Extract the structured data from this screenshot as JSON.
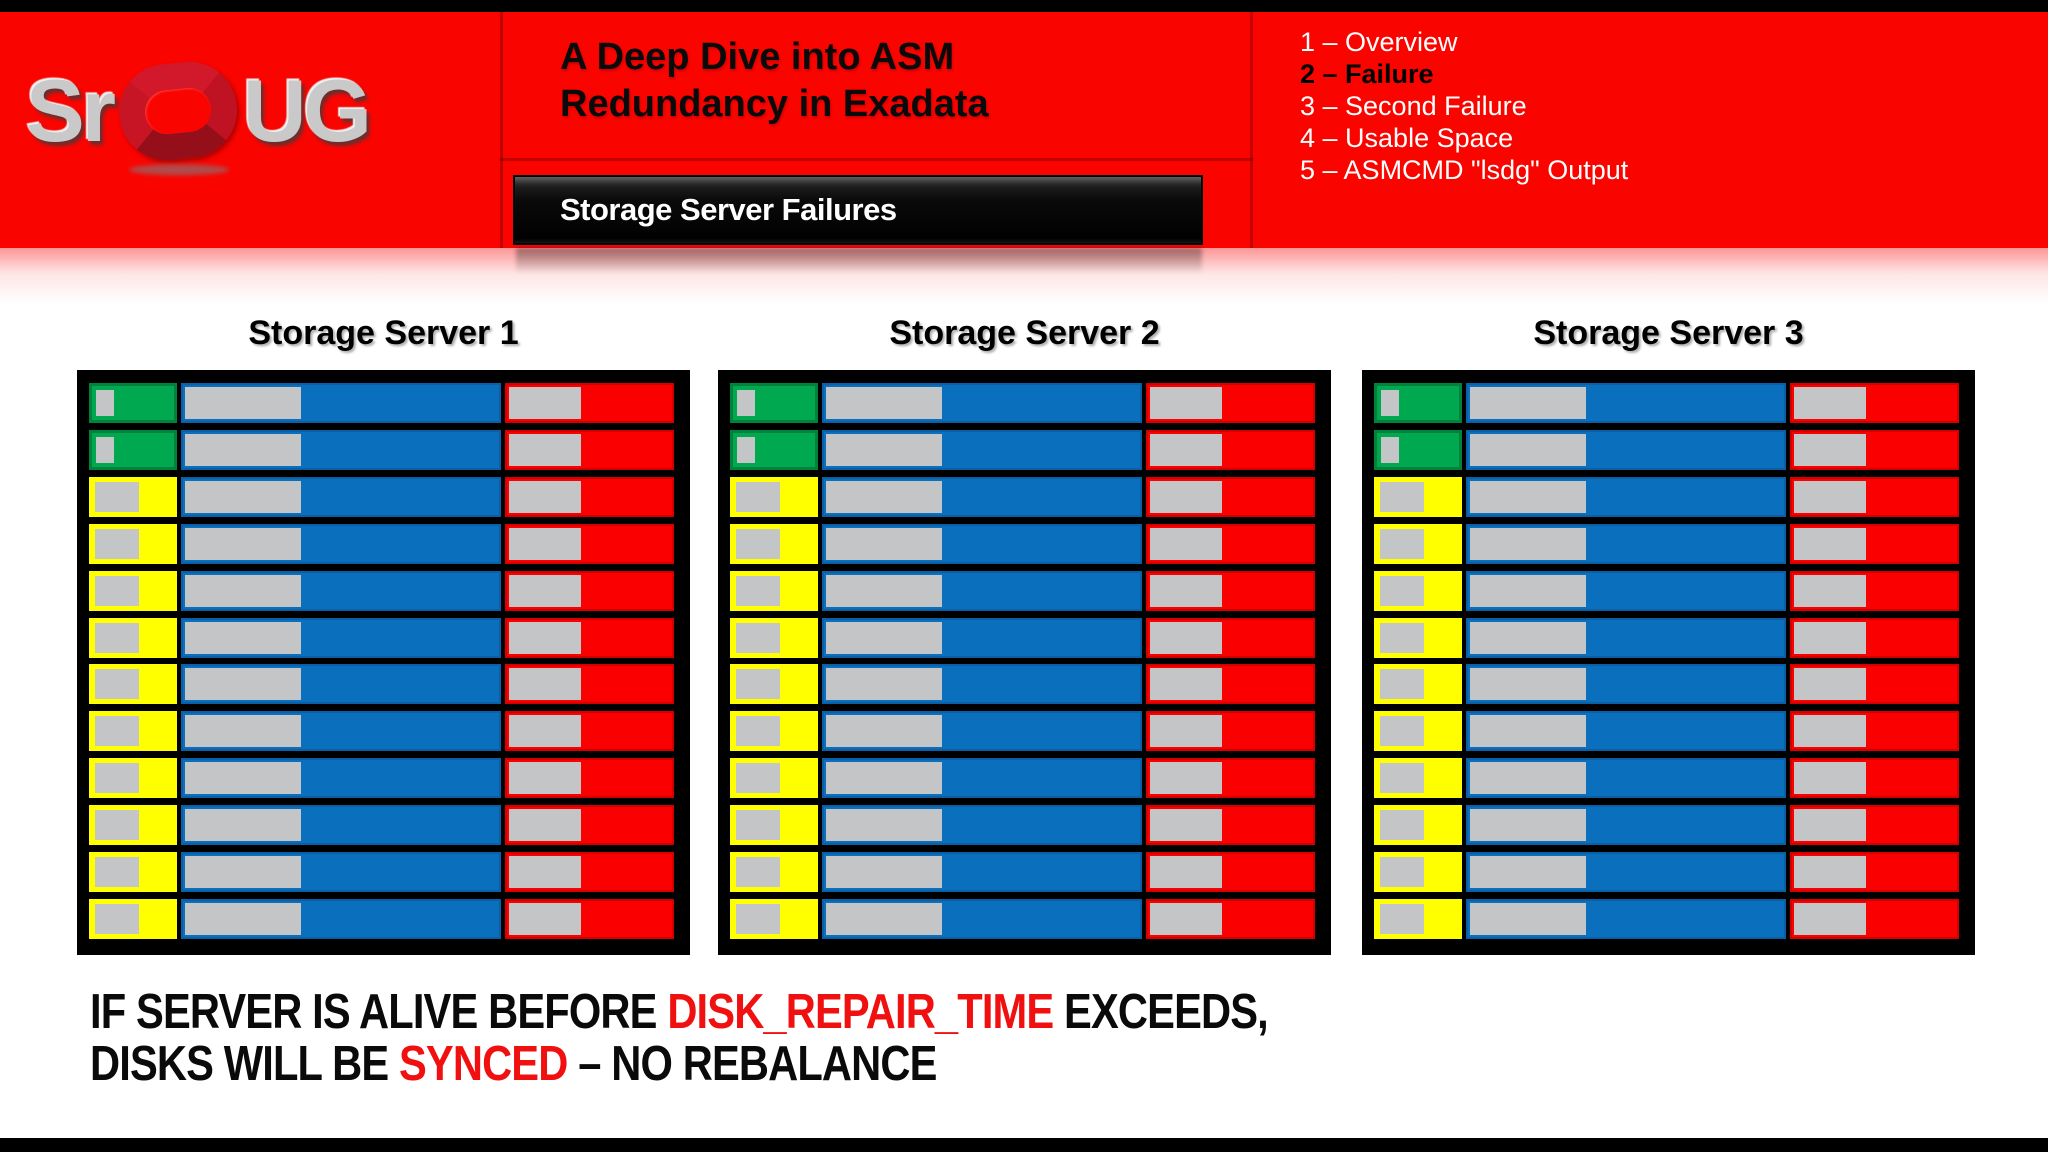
{
  "colors": {
    "banner": "#fa0400",
    "green": "#00a94f",
    "green-border": "#00823c",
    "yellow": "#ffff00",
    "yellow-border": "#ededed00",
    "blue": "#0a70be",
    "blue-border": "#0b5fa6",
    "red": "#fb0000",
    "red-border": "#d40000",
    "gray": "#c3c5c7",
    "footer-red": "#f01010"
  },
  "banner": {
    "logo_prefix": "Sr",
    "logo_suffix": "UG",
    "title_line1": "A Deep Dive into ASM",
    "title_line2": "Redundancy in Exadata",
    "section_label": "Storage Server Failures",
    "agenda": [
      {
        "text": "1 – Overview",
        "emphasis": false
      },
      {
        "text": "2 – Failure",
        "emphasis": true
      },
      {
        "text": "3 – Second Failure",
        "emphasis": false
      },
      {
        "text": "4 – Usable Space",
        "emphasis": false
      },
      {
        "text": "5 – ASMCMD \"lsdg\" Output",
        "emphasis": false
      }
    ]
  },
  "servers": [
    {
      "title": "Storage Server 1",
      "rows": [
        "green",
        "green",
        "yellow",
        "yellow",
        "yellow",
        "yellow",
        "yellow",
        "yellow",
        "yellow",
        "yellow",
        "yellow",
        "yellow"
      ]
    },
    {
      "title": "Storage Server 2",
      "rows": [
        "green",
        "green",
        "yellow",
        "yellow",
        "yellow",
        "yellow",
        "yellow",
        "yellow",
        "yellow",
        "yellow",
        "yellow",
        "yellow"
      ]
    },
    {
      "title": "Storage Server 3",
      "rows": [
        "green",
        "green",
        "yellow",
        "yellow",
        "yellow",
        "yellow",
        "yellow",
        "yellow",
        "yellow",
        "yellow",
        "yellow",
        "yellow"
      ]
    }
  ],
  "footer": {
    "l1a": "IF SERVER IS ALIVE BEFORE ",
    "l1b": "DISK_REPAIR_TIME",
    "l1c": " EXCEEDS,",
    "l2a": "DISKS WILL BE ",
    "l2b": "SYNCED",
    "l2c": " – NO REBALANCE"
  }
}
